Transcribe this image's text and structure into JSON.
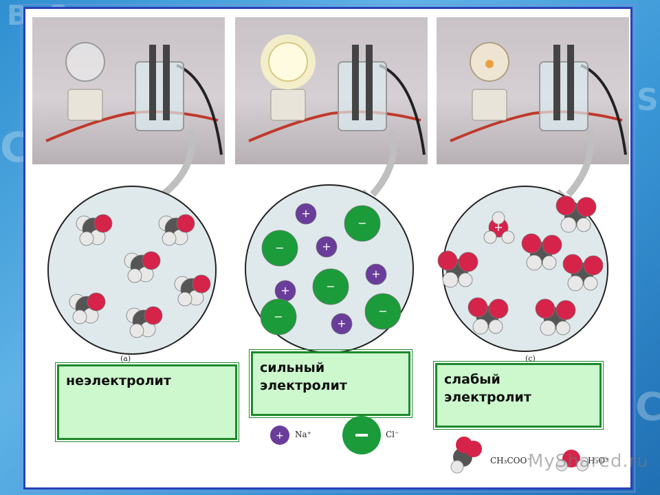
{
  "panels": [
    {
      "id": "a",
      "label": "(a)",
      "caption": "неэлектролит",
      "bulb": "off"
    },
    {
      "id": "b",
      "label": "",
      "caption": "сильный электролит",
      "bulb": "bright"
    },
    {
      "id": "c",
      "label": "(c)",
      "caption": "слабый электролит",
      "bulb": "dim"
    }
  ],
  "legend": {
    "na_label": "Na⁺",
    "cl_label": "Cl⁻",
    "acetate_label": "CH₃COO⁻",
    "hydronium_label": "H₃O⁺"
  },
  "watermark": "MyShared.ru",
  "colors": {
    "oxygen": "#d6234a",
    "hydrogen": "#e8e8e8",
    "carbon": "#555555",
    "sodium": "#6a3d9a",
    "chloride": "#1c9b3a",
    "box_fill": "#cdf7cd",
    "box_border": "#1b8a2a",
    "frame_border": "#2a3fb8"
  }
}
